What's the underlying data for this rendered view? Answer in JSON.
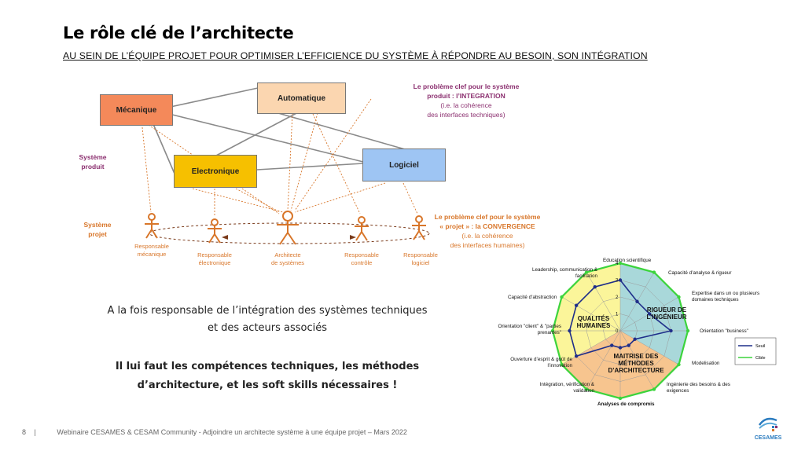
{
  "header": {
    "title": "Le rôle clé de l’architecte",
    "subtitle": "AU SEIN DE L’ÉQUIPE PROJET POUR OPTIMISER L’EFFICIENCE DU SYSTÈME À RÉPONDRE AU BESOIN, SON INTÉGRATION"
  },
  "diagram": {
    "boxes": {
      "mecanique": "Mécanique",
      "automatique": "Automatique",
      "electronique": "Electronique",
      "logiciel": "Logiciel"
    },
    "label_systeme_produit": [
      "Système",
      "produit"
    ],
    "label_systeme_projet": [
      "Système",
      "projet"
    ],
    "problem_integration": [
      "Le problème clef pour le système",
      "produit : l’INTEGRATION",
      "(i.e. la cohérence",
      "des interfaces techniques)"
    ],
    "problem_convergence": [
      "Le problème clef pour le système",
      "« projet » : la CONVERGENCE",
      "(i.e. la cohérence",
      "des interfaces humaines)"
    ],
    "roles": [
      [
        "Responsable",
        "mécanique"
      ],
      [
        "Responsable",
        "électronique"
      ],
      [
        "Architecte",
        "de systèmes"
      ],
      [
        "Responsable",
        "contrôle"
      ],
      [
        "Responsable",
        "logiciel"
      ]
    ],
    "colors": {
      "mecanique": "#f4895a",
      "automatique": "#fbd6b0",
      "electronique": "#f6c000",
      "logiciel": "#9ec5f3",
      "orange": "#d8762a",
      "purple": "#8b2f6f"
    }
  },
  "body": {
    "line1": "A la fois responsable de l’intégration des systèmes techniques",
    "line2": "et des acteurs associés",
    "bold1": "Il lui faut les compétences techniques, les méthodes",
    "bold2": "d’architecture, et les soft skills nécessaires !"
  },
  "radar": {
    "axes": [
      "Education scientifique",
      "Capacité d’analyse & rigueur",
      "Expertise dans un ou plusieurs domaines techniques",
      "Orientation \"business\"",
      "Modelisation",
      "Ingénierie des besoins & des exigences",
      "Analyses de compromis",
      "Intégration, vérification & validation",
      "Ouverture d’esprit & goût de l’innovation",
      "Orientation \"client\" & \"parties prenantes\"",
      "Capacité d’abstraction",
      "Leadership, communication & facilitation"
    ],
    "zones": {
      "qualites": [
        "QUALITÉS",
        "HUMAINES"
      ],
      "rigueur": [
        "RIGUEUR DE",
        "L’INGÉNIEUR"
      ],
      "maitrise": [
        "MAITRISE DES",
        "MÉTHODES",
        "D’ARCHITECTURE"
      ]
    },
    "ticks": [
      "0",
      "1",
      "2",
      "3",
      "4"
    ],
    "series": [
      {
        "name": "Seuil",
        "color": "#1f2e8a",
        "values": [
          3,
          2,
          2,
          3,
          1,
          1,
          1,
          1,
          3,
          3,
          3,
          3
        ]
      },
      {
        "name": "Cible",
        "color": "#3cd43c",
        "values": [
          4,
          4,
          4,
          4,
          4,
          4,
          4,
          4,
          4,
          4,
          4,
          4
        ]
      }
    ],
    "zone_colors": {
      "qualites": "#fbf59a",
      "rigueur": "#a9d8da",
      "maitrise": "#f7c58f"
    }
  },
  "footer": {
    "page": "8",
    "separator": "|",
    "text": "Webinaire CESAMES & CESAM Community - Adjoindre un architecte système à une équipe projet – Mars 2022",
    "logo": "CESAMES"
  }
}
